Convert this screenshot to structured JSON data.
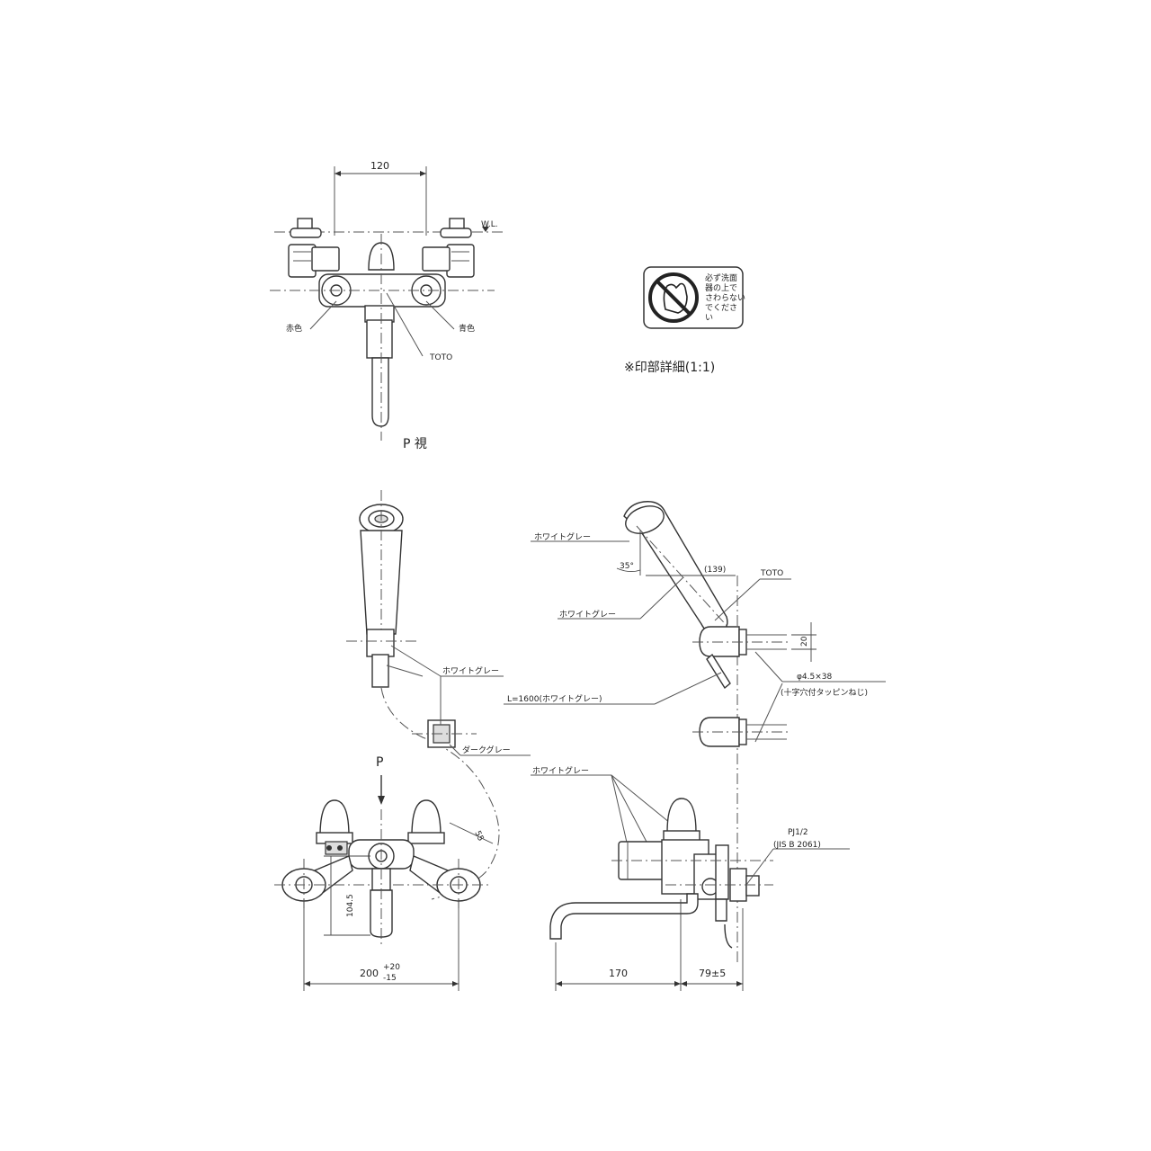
{
  "top_view": {
    "dim_width": "120",
    "water_line": "W.L.",
    "red_mark": "赤色",
    "blue_mark": "青色",
    "brand": "TOTO",
    "caption": "P 視"
  },
  "detail": {
    "label_lines": [
      "必ず洗面",
      "器の上で",
      "さわらない",
      "でくださ",
      "い"
    ],
    "caption": "※印部詳細(1:1)"
  },
  "left_view": {
    "holder_color": "ホワイトグレー",
    "bracket_color": "ダークグレー",
    "arrow_label": "P",
    "dim_angle": "55",
    "dim_height": "104.5",
    "dim_width": "200",
    "dim_tol_upper": "+20",
    "dim_tol_lower": "-15"
  },
  "right_view": {
    "head_color": "ホワイトグレー",
    "angle": "35°",
    "dim_139": "(139)",
    "brand": "TOTO",
    "grip_color": "ホワイトグレー",
    "dim_20": "20",
    "hose": "L=1600(ホワイトグレー)",
    "screw": "φ4.5×38",
    "screw_note": "(十字穴付タッピンねじ)",
    "body_color": "ホワイトグレー",
    "thread": "PJ1/2",
    "standard": "(JIS B 2061)",
    "dim_170": "170",
    "dim_79": "79±5"
  }
}
